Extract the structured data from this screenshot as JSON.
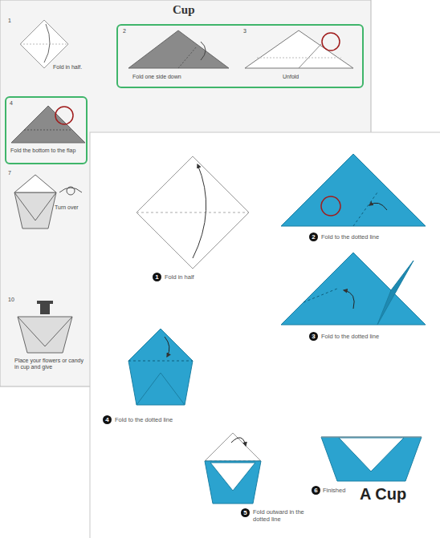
{
  "diagram": {
    "title": "Cup",
    "nodes": [
      {
        "text": [
          "2",
          "Fold one side down",
          "3",
          "Unfold"
        ]
      },
      {
        "text": [
          "4",
          "Fold the bottom to the flap"
        ]
      }
    ],
    "labels": [
      "1",
      "Fold in half.",
      "7",
      "Turn over",
      "10",
      "Place your flowers or candy in cup and give",
      "1",
      "Fold in half",
      "2",
      "Fold to the dotted line",
      "3",
      "Fold to the dotted line",
      "4",
      "Fold to the dotted line",
      "5",
      "Fold outward in the dotted line",
      "6",
      "Finished",
      "A Cup"
    ]
  }
}
